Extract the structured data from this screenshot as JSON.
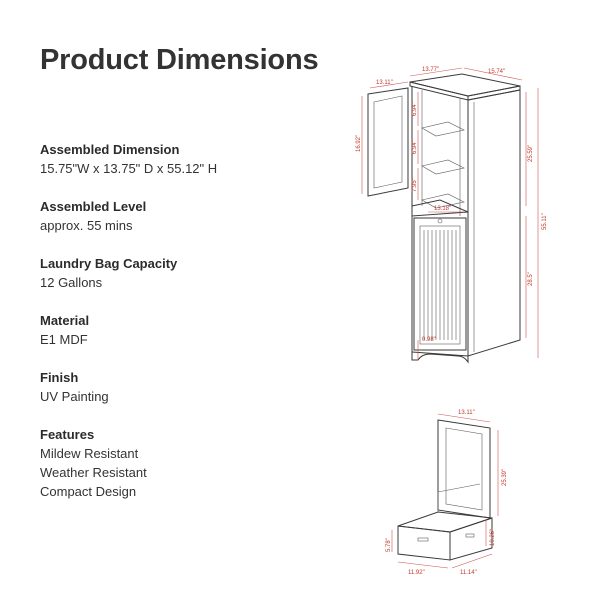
{
  "title": "Product Dimensions",
  "specs": [
    {
      "label": "Assembled Dimension",
      "values": [
        "15.75\"W x 13.75\" D x 55.12\" H"
      ]
    },
    {
      "label": "Assembled Level",
      "values": [
        "approx. 55 mins"
      ]
    },
    {
      "label": "Laundry Bag Capacity",
      "values": [
        "12 Gallons"
      ]
    },
    {
      "label": "Material",
      "values": [
        "E1 MDF"
      ]
    },
    {
      "label": "Finish",
      "values": [
        "UV Painting"
      ]
    },
    {
      "label": "Features",
      "values": [
        "Mildew Resistant",
        "Weather Resistant",
        "Compact Design"
      ]
    }
  ],
  "cabinet_dims": {
    "top_depth": "13.77\"",
    "top_width": "15.74\"",
    "door_width": "13.11\"",
    "door_height": "16.92\"",
    "shelf_gap_1": "6.94\"",
    "shelf_gap_2": "6.94\"",
    "shelf_gap_3": "7.95\"",
    "upper_height": "25.59\"",
    "total_height": "55.11\"",
    "mid_width": "13.18\"",
    "lower_height": "28.5\"",
    "foot_height": "0.98\""
  },
  "hamper_dims": {
    "top_width": "13.11\"",
    "back_height": "25.39\"",
    "bin_height": "10.26\"",
    "front_height": "5.78\"",
    "bottom_depth": "11.92\"",
    "bottom_width": "11.14\""
  },
  "colors": {
    "title": "#333333",
    "dimension": "#c0392b",
    "outline": "#3a3a3a"
  }
}
